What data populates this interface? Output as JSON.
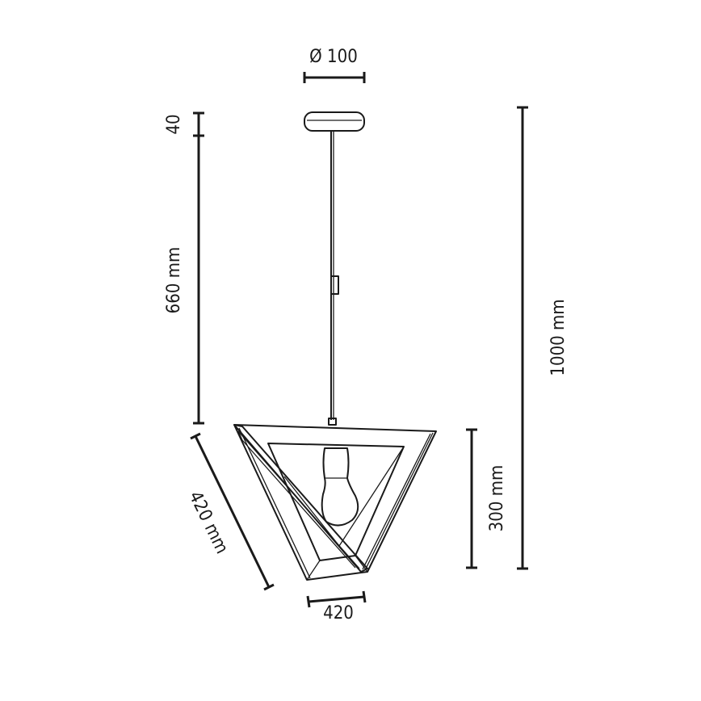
{
  "drawing": {
    "subject": "pendant-lamp",
    "line_color": "#1a1a1a",
    "dimensions": {
      "canopy_diameter": "Ø 100",
      "canopy_height": "40",
      "cord_length": "660 mm",
      "total_height": "1000 mm",
      "shade_height": "300 mm",
      "shade_side": "420 mm",
      "shade_width": "420"
    }
  }
}
